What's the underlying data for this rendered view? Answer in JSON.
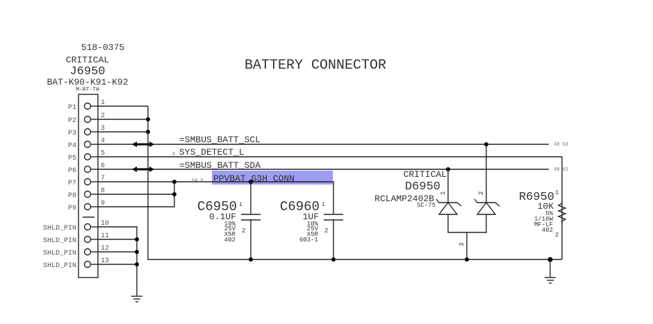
{
  "title": "BATTERY CONNECTOR",
  "connector": {
    "part_number": "518-0375",
    "critical": "CRITICAL",
    "refdes": "J6950",
    "name": "BAT-K90-K91-K92",
    "variant": "M-RT-TH",
    "pins": [
      {
        "label": "P1",
        "num": "1"
      },
      {
        "label": "P2",
        "num": "2"
      },
      {
        "label": "P3",
        "num": "3"
      },
      {
        "label": "P4",
        "num": "4"
      },
      {
        "label": "P5",
        "num": "5"
      },
      {
        "label": "P6",
        "num": "6"
      },
      {
        "label": "P7",
        "num": "7"
      },
      {
        "label": "P8",
        "num": "8"
      },
      {
        "label": "P9",
        "num": "9"
      },
      {
        "label": "SHLD_PIN",
        "num": "10"
      },
      {
        "label": "SHLD_PIN",
        "num": "11"
      },
      {
        "label": "SHLD_PIN",
        "num": "12"
      },
      {
        "label": "SHLD_PIN",
        "num": "13"
      }
    ]
  },
  "nets": {
    "scl": {
      "name": "=SMBUS_BATT_SCL",
      "ref": "48 63"
    },
    "sys_detect": {
      "name": "SYS_DETECT_L",
      "prefix": "6"
    },
    "sda": {
      "name": "=SMBUS_BATT_SDA",
      "ref": "48 63"
    },
    "ppvbat": {
      "name": "PPVBAT_G3H_CONN",
      "prefix": "64 6",
      "highlight": "#8c8cf0"
    }
  },
  "components": {
    "c6950": {
      "refdes": "C6950",
      "value": "0.1UF",
      "tol": "10%",
      "volt": "25V",
      "diel": "X5R",
      "pkg": "402",
      "pin1": "1",
      "pin2": "2"
    },
    "c6960": {
      "refdes": "C6960",
      "value": "1UF",
      "tol": "10%",
      "volt": "25V",
      "diel": "X5R",
      "pkg": "603-1",
      "pin1": "1",
      "pin2": "2"
    },
    "d6950": {
      "critical": "CRITICAL",
      "refdes": "D6950",
      "part": "RCLAMP2402B",
      "pkg": "SC-75",
      "pin1": "1",
      "pin2": "2",
      "pin3": "3"
    },
    "r6950": {
      "refdes": "R6950",
      "value": "10K",
      "tol": "5%",
      "power": "1/16W",
      "type": "MF-LF",
      "pkg": "402",
      "pin1": "1",
      "pin2": "2"
    }
  }
}
